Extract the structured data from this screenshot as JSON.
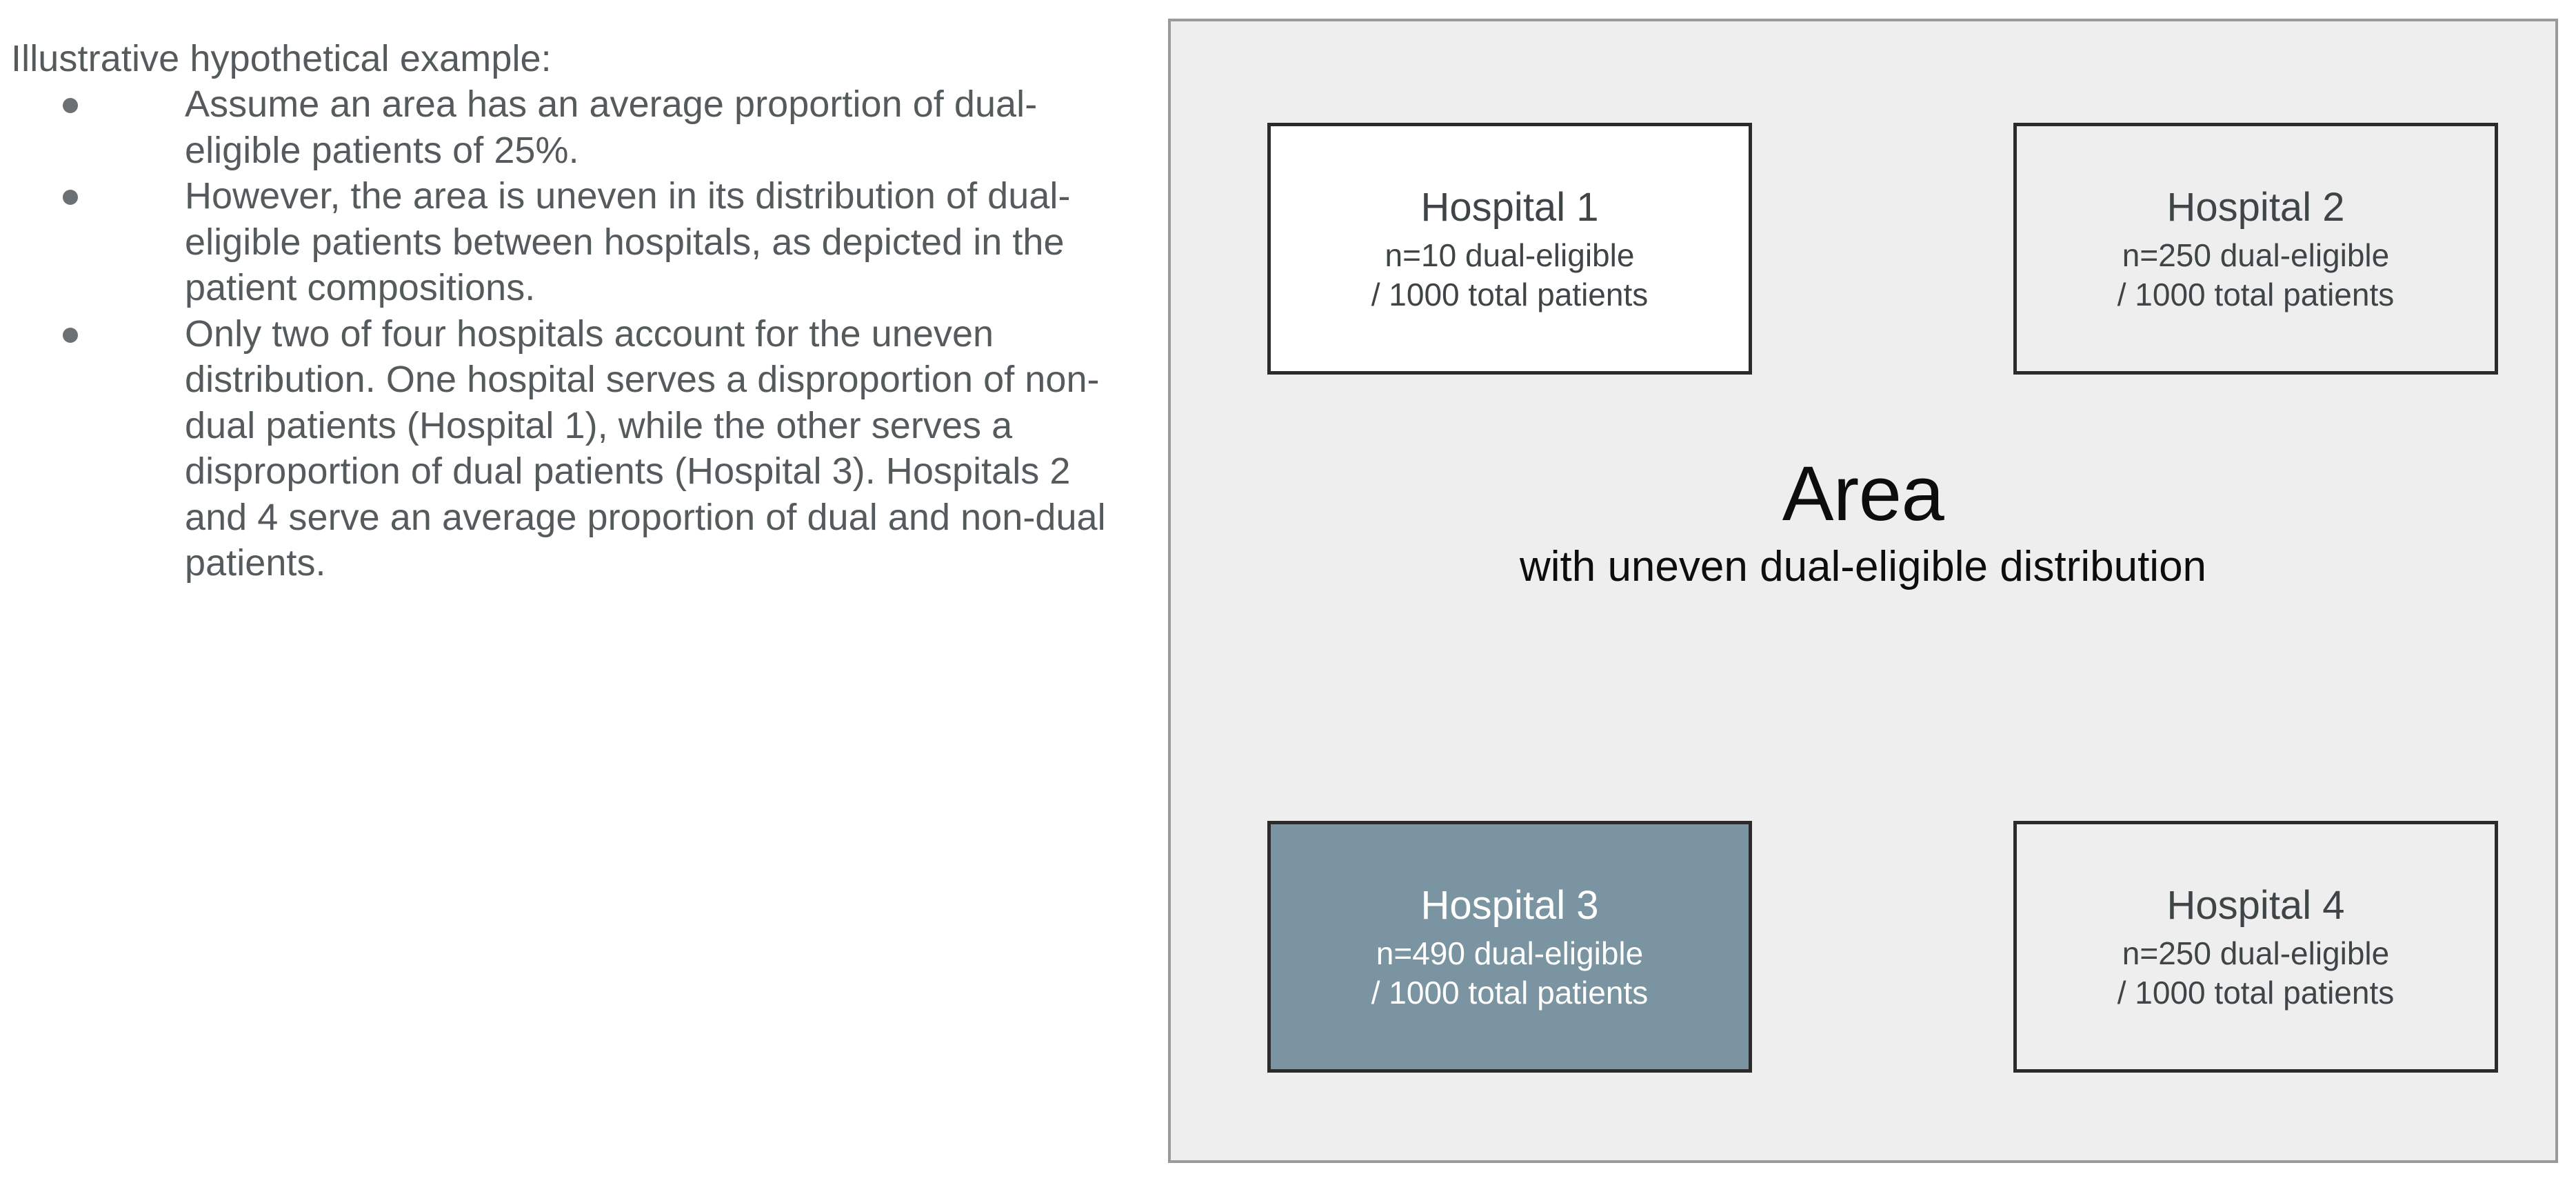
{
  "left_panel": {
    "intro": "Illustrative hypothetical example:",
    "bullets": [
      "Assume an area has an average proportion of dual-eligible patients of 25%.",
      "However, the area is uneven in its distribution of dual-eligible patients between hospitals, as depicted in the patient compositions.",
      "Only two of four hospitals account for the uneven distribution. One hospital serves a disproportion of non-dual patients (Hospital 1), while the other serves a disproportion of dual patients (Hospital 3). Hospitals 2 and 4 serve an average proportion of dual and non-dual patients."
    ]
  },
  "diagram": {
    "area_title": "Area",
    "area_subtitle": "with uneven dual-eligible distribution",
    "hospitals": [
      {
        "name": "Hospital 1",
        "dual_line": "n=10 dual-eligible",
        "total_line": "/ 1000 total patients",
        "dual_eligible": 10,
        "total_patients": 1000,
        "fill": "#ffffff",
        "text_color": "#3f4447"
      },
      {
        "name": "Hospital 2",
        "dual_line": "n=250 dual-eligible",
        "total_line": "/ 1000 total patients",
        "dual_eligible": 250,
        "total_patients": 1000,
        "fill": "#eeeeee",
        "text_color": "#3f4447"
      },
      {
        "name": "Hospital 3",
        "dual_line": "n=490 dual-eligible",
        "total_line": "/ 1000 total patients",
        "dual_eligible": 490,
        "total_patients": 1000,
        "fill": "#7a94a2",
        "text_color": "#ffffff"
      },
      {
        "name": "Hospital 4",
        "dual_line": "n=250 dual-eligible",
        "total_line": "/ 1000 total patients",
        "dual_eligible": 250,
        "total_patients": 1000,
        "fill": "#eeeeee",
        "text_color": "#3f4447"
      }
    ],
    "panel_fill": "#eeeeee",
    "panel_border": "#9a9a9a",
    "box_border": "#2b2b2b",
    "average_dual_proportion": "25%"
  }
}
